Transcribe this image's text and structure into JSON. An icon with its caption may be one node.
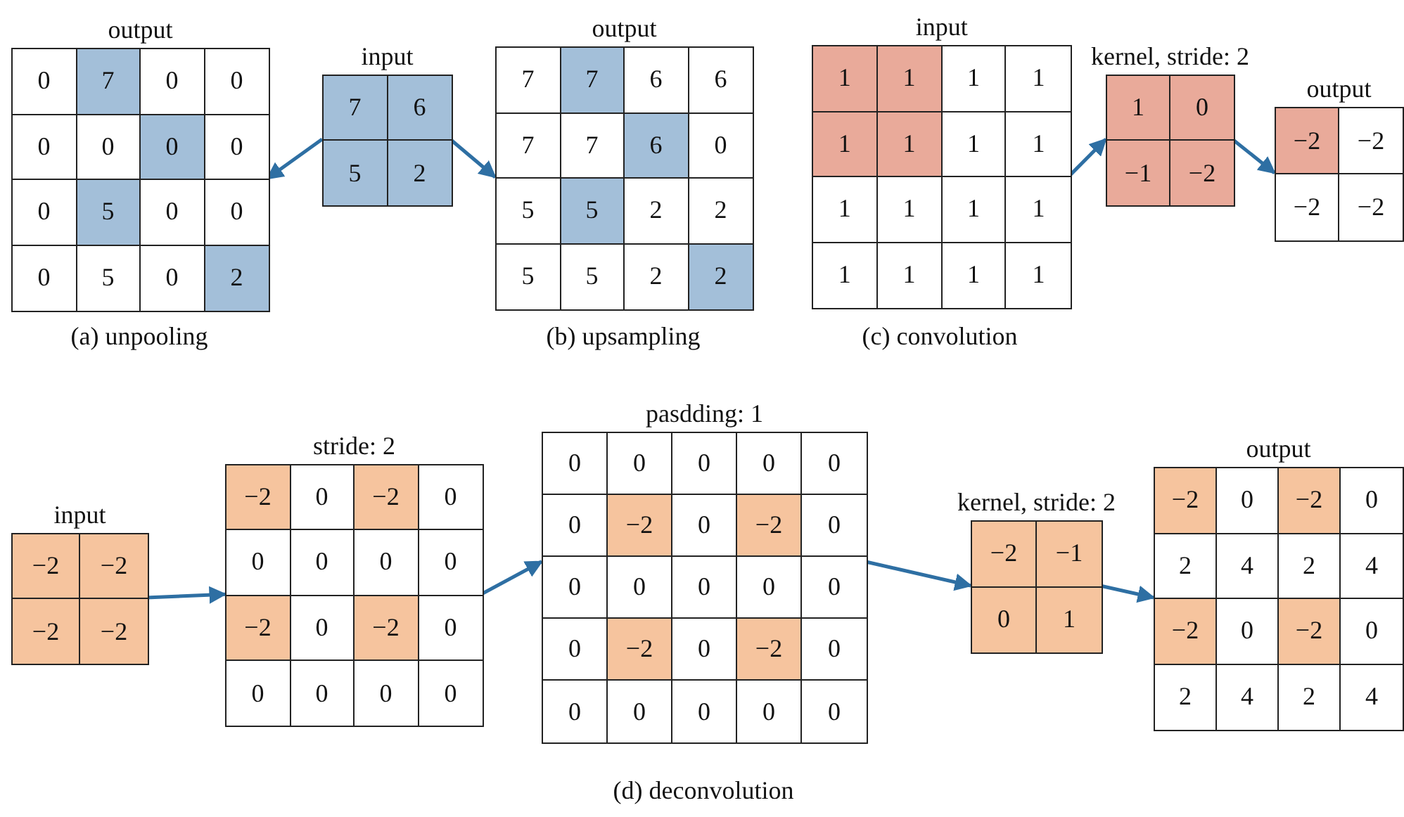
{
  "diagram": {
    "nodes": [
      {
        "text": [
          "output",
          "0",
          "7",
          "0",
          "0",
          "0",
          "0",
          "0",
          "0",
          "0",
          "5",
          "0",
          "0",
          "0",
          "5",
          "0",
          "2"
        ]
      },
      {
        "text": [
          "input",
          "7",
          "6",
          "5",
          "2"
        ]
      },
      {
        "text": [
          "output",
          "7",
          "7",
          "6",
          "6",
          "7",
          "7",
          "6",
          "0",
          "5",
          "5",
          "2",
          "2",
          "5",
          "5",
          "2",
          "2"
        ]
      },
      {
        "text": [
          "input",
          "1",
          "1",
          "1",
          "1",
          "1",
          "1",
          "1",
          "1",
          "1",
          "1",
          "1",
          "1",
          "1",
          "1",
          "1",
          "1"
        ]
      },
      {
        "text": [
          "kernel, stride: 2",
          "1",
          "0",
          "−1",
          "−2"
        ]
      },
      {
        "text": [
          "output",
          "−2",
          "−2",
          "−2",
          "−2"
        ]
      },
      {
        "text": [
          "input",
          "−2",
          "−2",
          "−2",
          "−2"
        ]
      },
      {
        "text": [
          "stride: 2",
          "−2",
          "0",
          "−2",
          "0",
          "0",
          "0",
          "0",
          "0",
          "−2",
          "0",
          "−2",
          "0",
          "0",
          "0",
          "0",
          "0"
        ]
      },
      {
        "text": [
          "pasdding: 1",
          "0",
          "0",
          "0",
          "0",
          "0",
          "0",
          "−2",
          "0",
          "−2",
          "0",
          "0",
          "0",
          "0",
          "0",
          "0",
          "0",
          "−2",
          "0",
          "−2",
          "0",
          "0",
          "0",
          "0",
          "0",
          "0"
        ]
      },
      {
        "text": [
          "kernel, stride: 2",
          "−2",
          "−1",
          "0",
          "1"
        ]
      },
      {
        "text": [
          "output",
          "−2",
          "0",
          "−2",
          "0",
          "2",
          "4",
          "2",
          "4",
          "−2",
          "0",
          "−2",
          "0",
          "2",
          "4",
          "2",
          "4"
        ]
      }
    ],
    "edges": [
      {
        "from": 1,
        "to": 0,
        "arrow": "to"
      },
      {
        "from": 1,
        "to": 2,
        "arrow": "to"
      },
      {
        "from": 3,
        "to": 4,
        "arrow": "to"
      },
      {
        "from": 4,
        "to": 5,
        "arrow": "to"
      },
      {
        "from": 6,
        "to": 7,
        "arrow": "to"
      },
      {
        "from": 7,
        "to": 8,
        "arrow": "to"
      },
      {
        "from": 8,
        "to": 9,
        "arrow": "to"
      },
      {
        "from": 9,
        "to": 10,
        "arrow": "to"
      }
    ],
    "labels": [
      "(a) unpooling",
      "(b) upsampling",
      "(c) convolution",
      "(d) deconvolution"
    ]
  }
}
